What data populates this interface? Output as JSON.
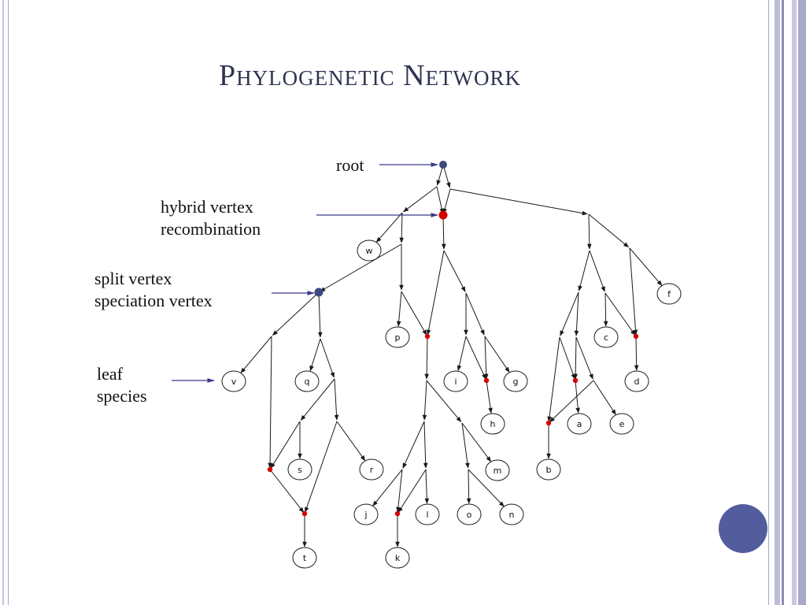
{
  "slide": {
    "title": "Phylogenetic Network",
    "accent_color": "#535d9e",
    "frame_color": "#a6a6c8"
  },
  "annotations": {
    "root": "root",
    "hybrid_line1": "hybrid vertex",
    "hybrid_line2": "recombination",
    "split_line1": "split vertex",
    "split_line2": "speciation vertex",
    "leaf_line1": "leaf",
    "leaf_line2": "species"
  },
  "leaves": [
    "w",
    "p",
    "f",
    "c",
    "v",
    "q",
    "i",
    "g",
    "d",
    "h",
    "a",
    "e",
    "s",
    "r",
    "m",
    "b",
    "j",
    "l",
    "o",
    "n",
    "t",
    "k"
  ],
  "colors": {
    "hybrid_vertex": "#d90000",
    "split_vertex": "#3d4a80",
    "edge": "#1a1a1a",
    "annotation_arrow": "#3a3a8a"
  }
}
